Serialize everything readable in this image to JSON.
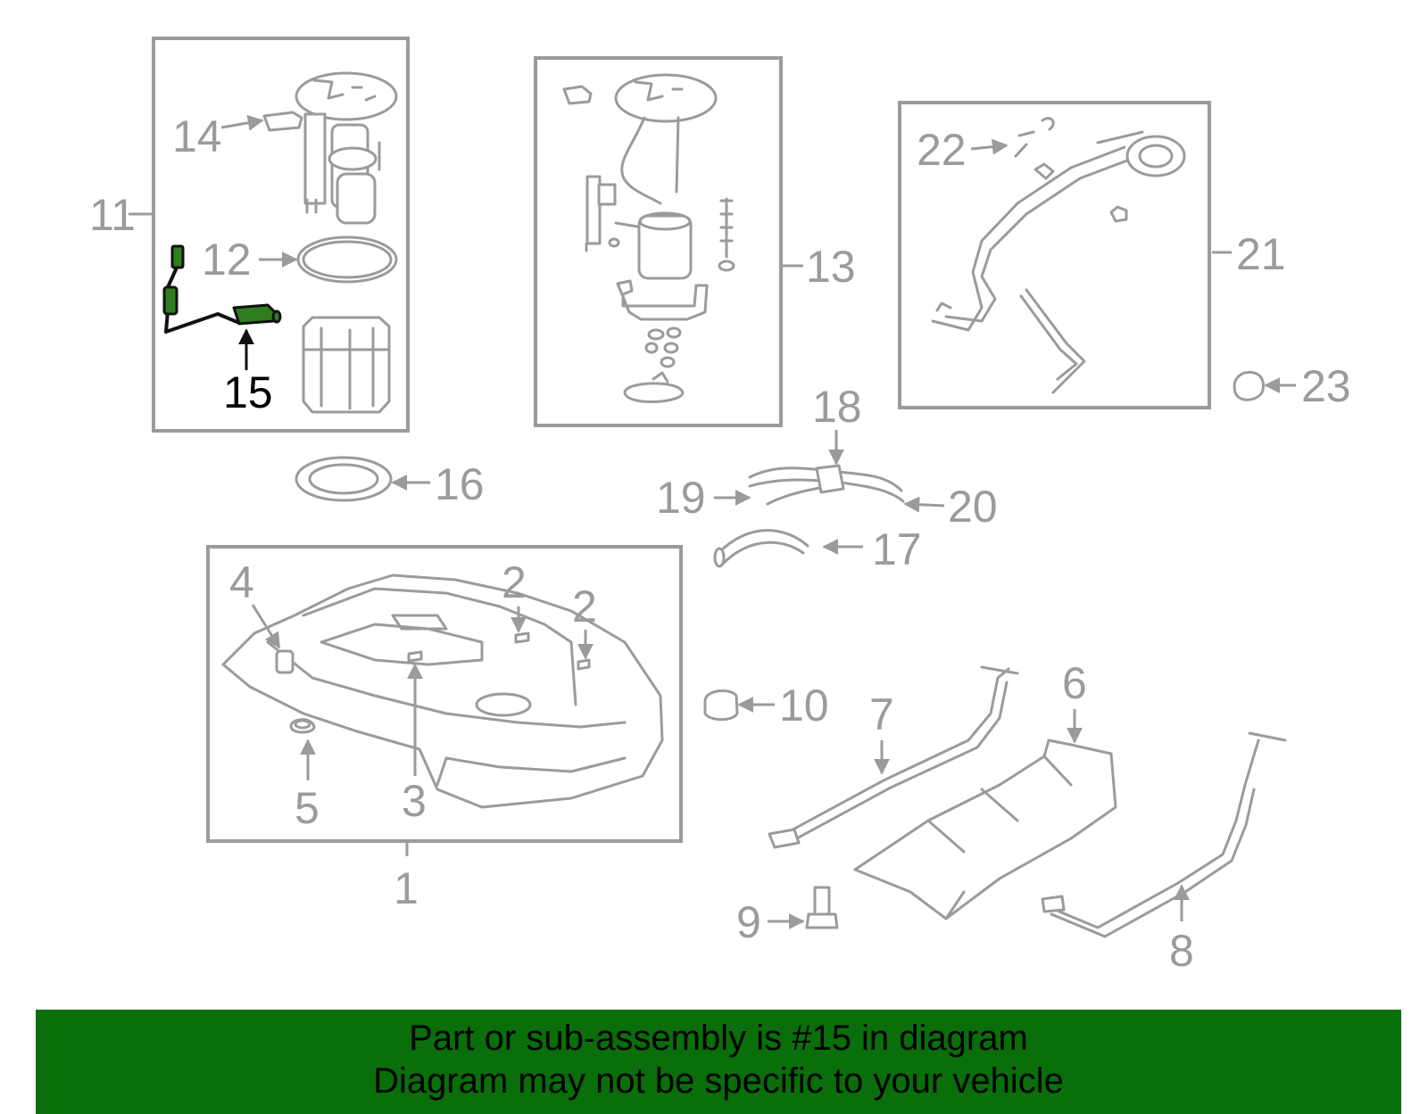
{
  "diagram": {
    "highlight_color": "#2e7d1f",
    "line_color": "#9b9b9b",
    "callouts": {
      "c1": "1",
      "c2a": "2",
      "c2b": "2",
      "c3": "3",
      "c4": "4",
      "c5": "5",
      "c6": "6",
      "c7": "7",
      "c8": "8",
      "c9": "9",
      "c10": "10",
      "c11": "11",
      "c12": "12",
      "c13": "13",
      "c14": "14",
      "c15": "15",
      "c16": "16",
      "c17": "17",
      "c18": "18",
      "c19": "19",
      "c20": "20",
      "c21": "21",
      "c22": "22",
      "c23": "23"
    },
    "highlighted_part": "15"
  },
  "banner": {
    "background": "#0a6e0a",
    "line1": "Part or sub-assembly is #15 in diagram",
    "line2": "Diagram may not be specific to your vehicle"
  }
}
